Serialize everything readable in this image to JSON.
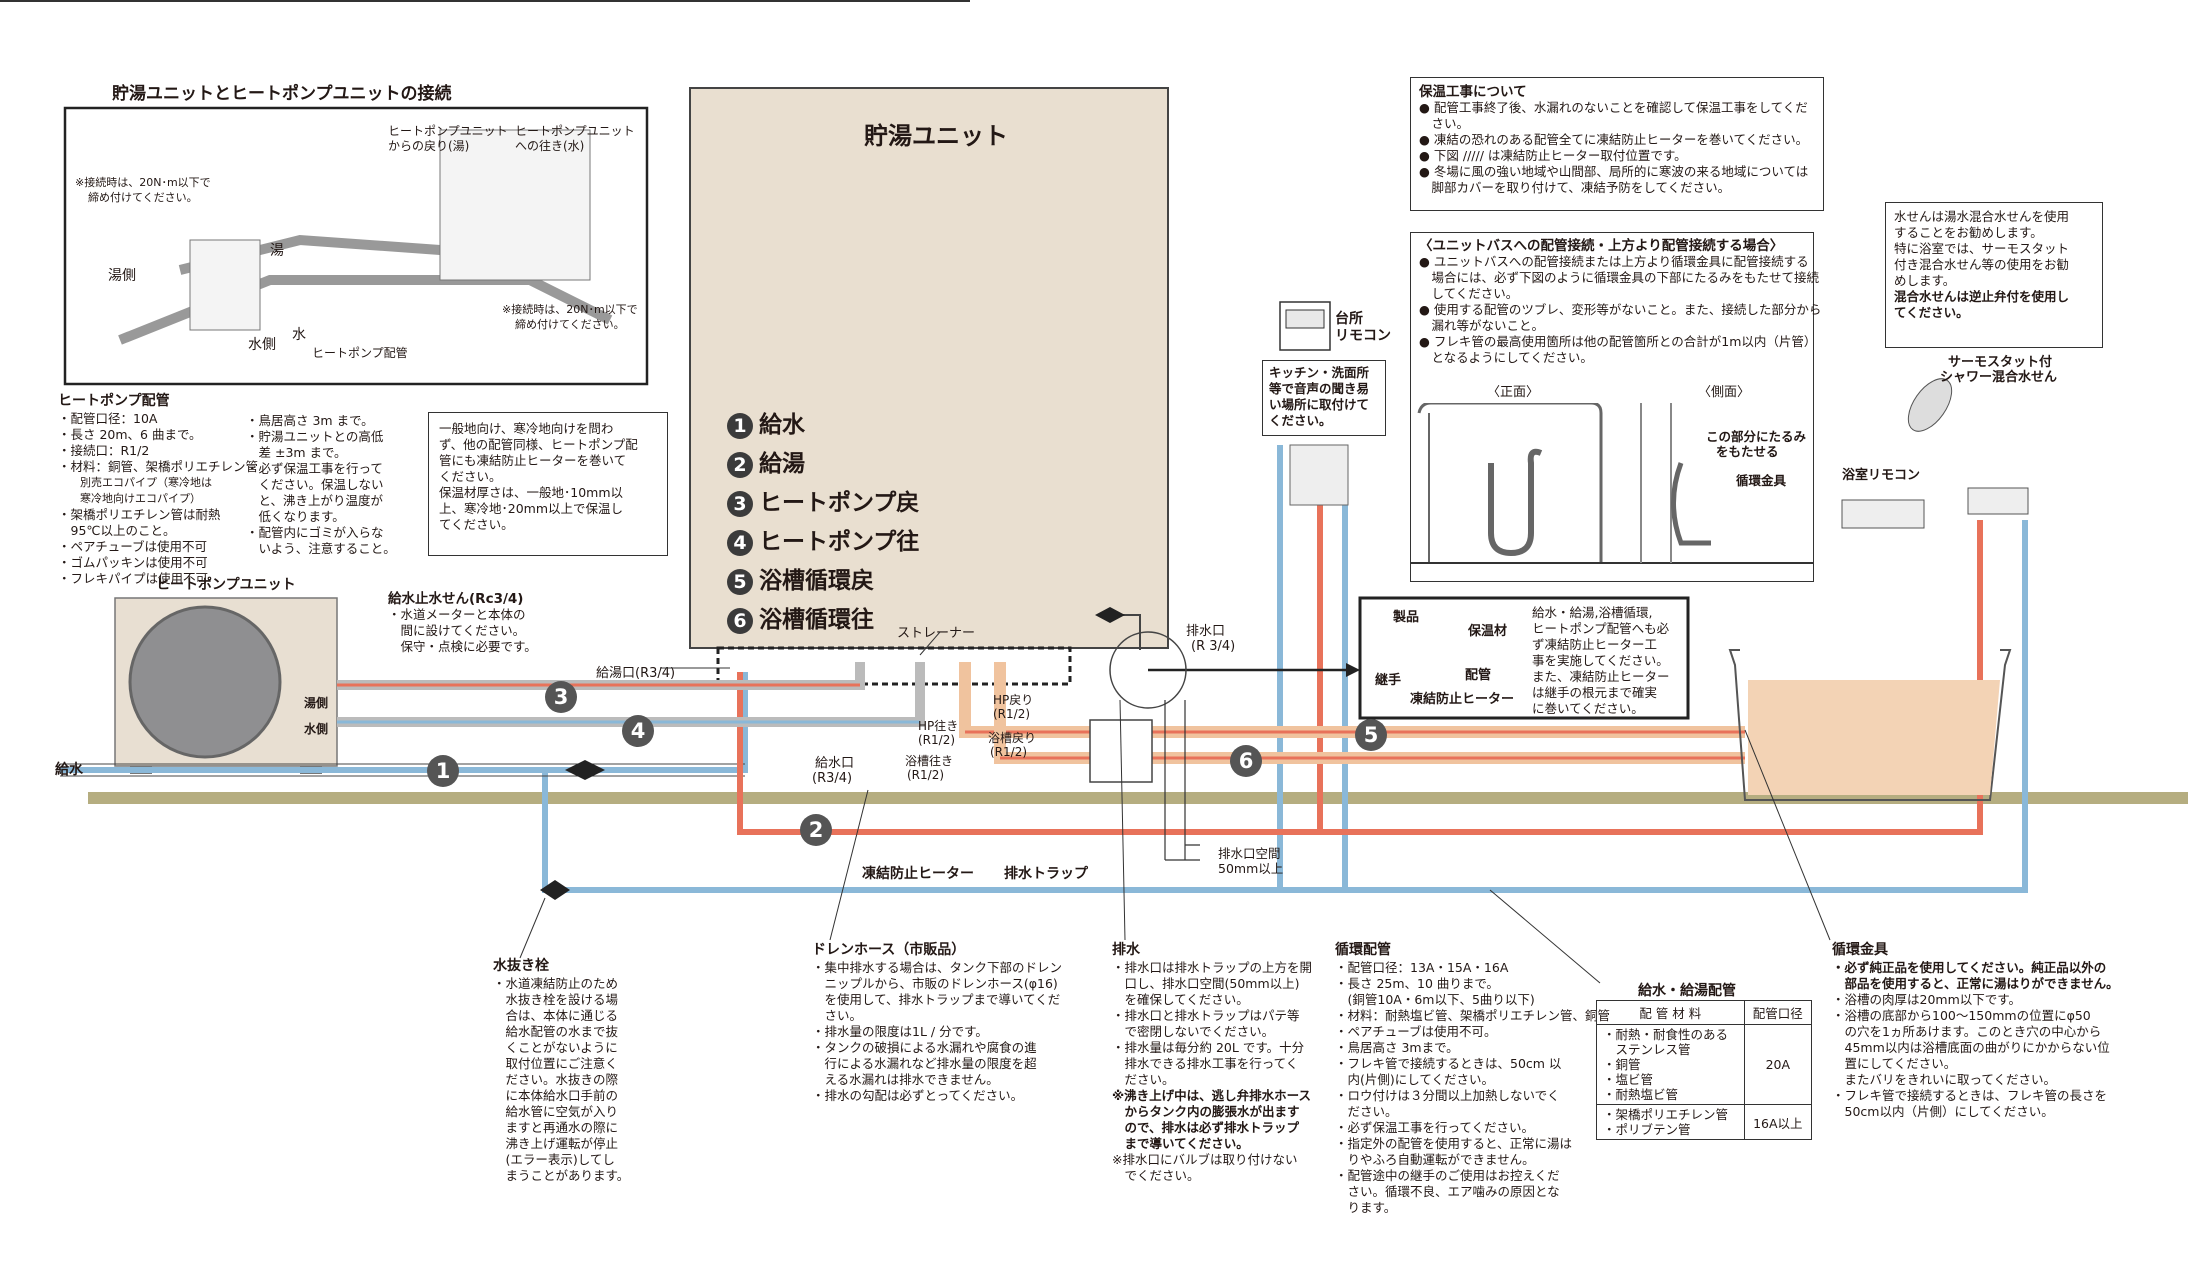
{
  "connection": {
    "title": "貯湯ユニットとヒートポンプユニットの接続",
    "return_label_1": "ヒートポンプユニット",
    "return_label_2": "からの戻り(湯)",
    "out_label_1": "ヒートポンプユニット",
    "out_label_2": "への往き(水)",
    "torque_note_1": "※接続時は、20N･m以下で",
    "torque_note_2": "締め付けてください。",
    "hot_arrow": "湯",
    "water_arrow": "水",
    "hot_side": "湯側",
    "water_side": "水側",
    "hp_pipe": "ヒートポンプ配管"
  },
  "hp_pipe_spec": {
    "title": "ヒートポンプ配管",
    "col1": [
      "・配管口径：10A",
      "・長さ 20m、6 曲まで。",
      "・接続口：R1/2",
      "・材料：銅管、架橋ポリエチレン管",
      "　　別売エコパイプ（寒冷地は",
      "　　寒冷地向けエコパイプ）",
      "・架橋ポリエチレン管は耐熱",
      "　95℃以上のこと。",
      "・ペアチューブは使用不可",
      "・ゴムパッキンは使用不可",
      "・フレキパイプは使用不可"
    ],
    "col2": [
      "・鳥居高さ 3m まで。",
      "・貯湯ユニットとの高低",
      "　差 ±3m まで。",
      "・必ず保温工事を行って",
      "　ください。保温しない",
      "　と、沸き上がり温度が",
      "　低くなります。",
      "・配管内にゴミが入らな",
      "　いよう、注意すること。"
    ]
  },
  "cold_region_note": [
    "一般地向け、寒冷地向けを問わ",
    "ず、他の配管同様、ヒートポンプ配",
    "管にも凍結防止ヒーターを巻いて",
    "ください。",
    "保温材厚さは、一般地･10mm以",
    "上、寒冷地･20mm以上で保温し",
    "てください。"
  ],
  "tank": {
    "title": "貯湯ユニット",
    "items": [
      {
        "num": "1",
        "label": "給水"
      },
      {
        "num": "2",
        "label": "給湯"
      },
      {
        "num": "3",
        "label": "ヒートポンプ戻"
      },
      {
        "num": "4",
        "label": "ヒートポンプ往"
      },
      {
        "num": "5",
        "label": "浴槽循環戻"
      },
      {
        "num": "6",
        "label": "浴槽循環往"
      }
    ],
    "strainer": "ストレーナー",
    "inlet_label": "給湯口(R3/4)",
    "supply_inlet_1": "給水口",
    "supply_inlet_2": "(R3/4)",
    "hp_out_1": "HP往き",
    "hp_out_2": "(R1/2)",
    "hp_back_1": "HP戻り",
    "hp_back_2": "(R1/2)",
    "bath_back_1": "浴槽戻り",
    "bath_back_2": "(R1/2)",
    "bath_out_1": "浴槽往き",
    "bath_out_2": "(R1/2)",
    "drain_1": "排水口",
    "drain_2": "(R 3/4)"
  },
  "hp_unit": {
    "title": "ヒートポンプユニット",
    "hot_side": "湯側",
    "water_side": "水側"
  },
  "water_stop": {
    "title": "給水止水せん(Rc3/4)",
    "lines": [
      "・水道メーターと本体の",
      "　間に設けてください。",
      "　保守・点検に必要です。"
    ]
  },
  "supply_label": "給水",
  "heat_insulation": {
    "title": "保温工事について",
    "lines": [
      "● 配管工事終了後、水漏れのないことを確認して保温工事をしてくだ",
      "　さい。",
      "● 凍結の恐れのある配管全てに凍結防止ヒーターを巻いてください。",
      "● 下図 ///// は凍結防止ヒーター取付位置です。",
      "● 冬場に風の強い地域や山間部、局所的に寒波の来る地域については",
      "　脚部カバーを取り付けて、凍結予防をしてください。"
    ]
  },
  "unit_bath": {
    "title": "〈ユニットバスへの配管接続・上方より配管接続する場合〉",
    "lines": [
      "● ユニットバスへの配管接続または上方より循環金具に配管接続する",
      "　場合には、必ず下図のように循環金具の下部にたるみをもたせて接続",
      "　してください。",
      "● 使用する配管のツブレ、変形等がないこと。また、接続した部分から",
      "　漏れ等がないこと。",
      "● フレキ管の最高使用箇所は他の配管箇所との合計が1m以内（片管）",
      "　となるようにしてください。"
    ],
    "front": "〈正面〉",
    "side": "〈側面〉",
    "sag_1": "この部分にたるみ",
    "sag_2": "をもたせる",
    "fitting": "循環金具"
  },
  "kitchen_remote": {
    "label_1": "台所",
    "label_2": "リモコン",
    "note": [
      "キッチン・洗面所",
      "等で音声の聞き易",
      "い場所に取付けて",
      "ください。"
    ]
  },
  "mixer_note": {
    "lines": [
      "水せんは湯水混合水せんを使用",
      "することをお勧めします。",
      "特に浴室では、サーモスタット",
      "付き混合水せん等の使用をお勧",
      "めします。"
    ],
    "bold": [
      "混合水せんは逆止弁付を使用し",
      "てください。"
    ]
  },
  "thermo_mixer": [
    "サーモスタット付",
    "シャワー混合水せん"
  ],
  "bath_remote": "浴室リモコン",
  "product_detail": {
    "product": "製品",
    "insulation": "保温材",
    "joint": "継手",
    "pipe": "配管",
    "heater": "凍結防止ヒーター",
    "note": [
      "給水・給湯,浴槽循環,",
      "ヒートポンプ配管へも必",
      "ず凍結防止ヒーター工",
      "事を実施してください。",
      "また、凍結防止ヒーター",
      "は継手の根元まで確実",
      "に巻いてください。"
    ]
  },
  "drain_space": [
    "排水口空間",
    "50mm以上"
  ],
  "freeze_heater": "凍結防止ヒーター",
  "drain_trap": "排水トラップ",
  "drain_valve": {
    "title": "水抜き栓",
    "lines": [
      "・水道凍結防止のため",
      "　水抜き栓を設ける場",
      "　合は、本体に通じる",
      "　給水配管の水まで抜",
      "　くことがないように",
      "　取付位置にご注意く",
      "　ださい。水抜きの際",
      "　に本体給水口手前の",
      "　給水管に空気が入り",
      "　ますと再通水の際に",
      "　沸き上げ運転が停止",
      "　(エラー表示)してし",
      "　まうことがあります。"
    ]
  },
  "drain_hose": {
    "title": "ドレンホース（市販品）",
    "lines": [
      "・集中排水する場合は、タンク下部のドレン",
      "　ニップルから、市販のドレンホース(φ16)",
      "　を使用して、排水トラップまで導いてくだ",
      "　さい。",
      "・排水量の限度は1L / 分です。",
      "・タンクの破損による水漏れや腐食の進",
      "　行による水漏れなど排水量の限度を超",
      "　える水漏れは排水できません。",
      "・排水の勾配は必ずとってください。"
    ]
  },
  "drainage": {
    "title": "排水",
    "lines": [
      "・排水口は排水トラップの上方を開",
      "　口し、排水口空間(50mm以上)",
      "　を確保してください。",
      "・排水口と排水トラップはパテ等",
      "　で密閉しないでください。",
      "・排水量は毎分約 20L です。十分",
      "　排水できる排水工事を行ってく",
      "　ださい。"
    ],
    "bold": [
      "※沸き上げ中は、逃し弁排水ホース",
      "　からタンク内の膨張水が出ます",
      "　ので、排水は必ず排水トラップ",
      "　まで導いてください。"
    ],
    "tail": [
      "※排水口にバルブは取り付けない",
      "　でください。"
    ]
  },
  "circulation": {
    "title": "循環配管",
    "lines": [
      "・配管口径：13A・15A・16A",
      "・長さ 25m、10 曲りまで。",
      "　(銅管10A・6m以下、5曲り以下)",
      "・材料：耐熱塩ビ管、架橋ポリエチレン管、銅管",
      "・ペアチューブは使用不可。",
      "・鳥居高さ 3mまで。",
      "・フレキ管で接続するときは、50cm 以",
      "　内(片側)にしてください。",
      "・ロウ付けは３分間以上加熱しないでく",
      "　ださい。",
      "・必ず保温工事を行ってください。",
      "・指定外の配管を使用すると、正常に湯は",
      "　りやふろ自動運転ができません。",
      "・配管途中の継手のご使用はお控えくだ",
      "　さい。循環不良、エア噛みの原因とな",
      "　ります。"
    ]
  },
  "supply_hot_pipe": {
    "title": "給水・給湯配管",
    "col_material": "配 管 材 料",
    "col_size": "配管口径",
    "rows": [
      {
        "materials": [
          "・耐熱・耐食性のある",
          "　ステンレス管",
          "・銅管",
          "・塩ビ管",
          "・耐熱塩ビ管"
        ],
        "size": "20A"
      },
      {
        "materials": [
          "・架橋ポリエチレン管",
          "・ポリブテン管"
        ],
        "size": "16A以上"
      }
    ]
  },
  "circ_fitting": {
    "title": "循環金具",
    "bold": [
      "・必ず純正品を使用してください。純正品以外の",
      "　部品を使用すると、正常に湯はりができません。"
    ],
    "lines": [
      "・浴槽の肉厚は20mm以下です。",
      "・浴槽の底部から100〜150mmの位置にφ50",
      "　の穴を1ヵ所あけます。このとき穴の中心から",
      "　45mm以内は浴槽底面の曲がりにかからない位",
      "　置にしてください。",
      "　またバリをきれいに取ってください。",
      "・フレキ管で接続するときは、フレキ管の長さを",
      "　50cm以内（片側）にしてください。"
    ]
  },
  "colors": {
    "hot": "#e8725a",
    "cold": "#8ab8d8",
    "ground": "#b5ad80",
    "tank": "#e9dfd0",
    "bath_water": "#f3d3b5",
    "hp_unit": "#e8dfd2"
  }
}
